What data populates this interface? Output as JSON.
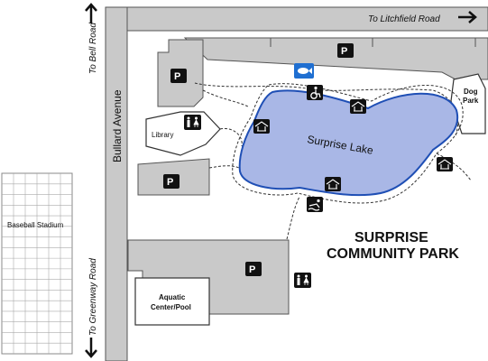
{
  "roads": {
    "litchfield": "To Litchfield Road",
    "bell": "To Bell Road",
    "greenway": "To Greenway Road",
    "bullard": "Bullard Avenue"
  },
  "places": {
    "library": "Library",
    "lake": "Surprise Lake",
    "dog_park_line1": "Dog",
    "dog_park_line2": "Park",
    "baseball": "Baseball Stadium",
    "aquatic_line1": "Aquatic",
    "aquatic_line2": "Center/Pool"
  },
  "park_title": {
    "line1": "SURPRISE",
    "line2": "COMMUNITY PARK"
  },
  "parking_symbol": "P",
  "icons": {
    "parking": "parking-icon",
    "fishing": "fishing-icon",
    "accessible": "wheelchair-accessible-icon",
    "picnic": "picnic-shelter-icon",
    "restroom": "restroom-icon",
    "swimming": "swimming-icon",
    "arrow": "arrow-icon"
  },
  "colors": {
    "lake": "#a9b7e6",
    "lake_outline": "#1f4fb5",
    "lot": "#c9c9c9",
    "lot_outline": "#555555",
    "road": "#c9c9c9",
    "icon_box": "#111111",
    "fishing_box": "#1f6fd1"
  }
}
